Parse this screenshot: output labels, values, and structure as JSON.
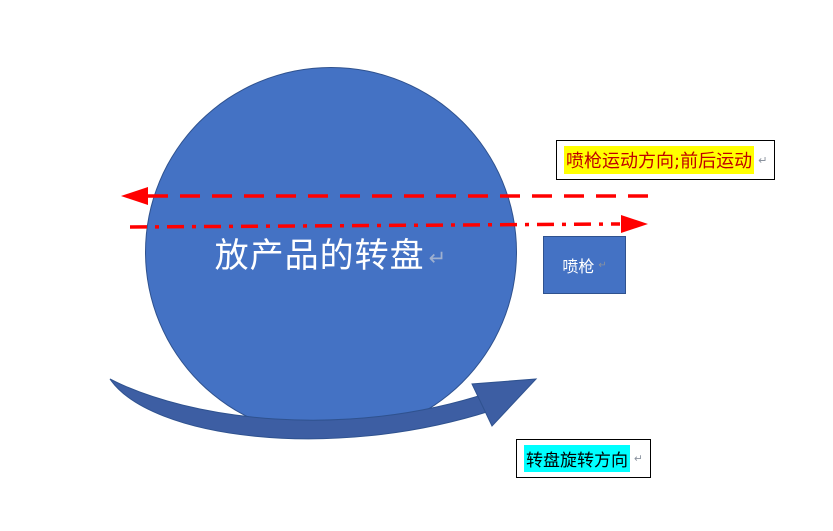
{
  "canvas": {
    "background": "#FFFFFF"
  },
  "turntable": {
    "label": "放产品的转盘",
    "return_mark": "↵",
    "fill": "#4472C4",
    "border_color": "#2F528F",
    "text_color": "#FFFFFF"
  },
  "spray_gun": {
    "label": "喷枪",
    "return_mark": "↵",
    "fill": "#4472C4",
    "border_color": "#2F528F",
    "text_color": "#FFFFFF"
  },
  "captions": {
    "gun_motion": {
      "text": "喷枪运动方向;前后运动",
      "return_mark": "↵",
      "highlight_color": "#FFFF00",
      "text_color": "#C00000",
      "border_color": "#000000"
    },
    "turntable_rotation": {
      "text": "转盘旋转方向",
      "return_mark": "↵",
      "highlight_color": "#00FFFF",
      "text_color": "#000000",
      "border_color": "#000000"
    }
  },
  "arrows": {
    "gun_path_left": {
      "style": "dashed",
      "color": "#FF0000",
      "direction": "left"
    },
    "gun_path_right": {
      "style": "dash-dot",
      "color": "#FF0000",
      "direction": "right"
    },
    "rotation": {
      "color": "#3D5EA3",
      "outline": "#2F528F",
      "direction": "clockwise"
    }
  }
}
